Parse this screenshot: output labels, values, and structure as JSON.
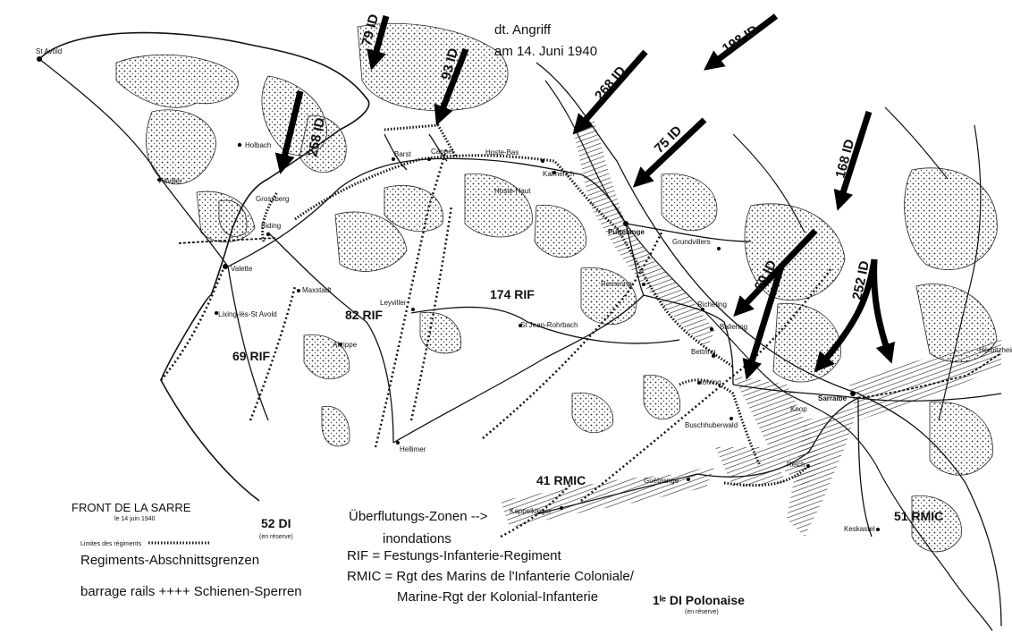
{
  "map_title": "FRONT DE LA SARRE",
  "map_date": "le 14 juin 1940",
  "attack_note": [
    "dt. Angriff",
    "am 14. Juni 1940"
  ],
  "legend": {
    "limits_label": "Limites des régiments",
    "limits_translation": "Regiments-Abschnittsgrenzen",
    "barrage_label": "barrage rails  ++++  Schienen-Sperren",
    "flood_line1": "Überflutungs-Zonen -->",
    "flood_line2": "inondations",
    "rif_line": "RIF    = Festungs-Infanterie-Regiment",
    "rmic_line1": "RMIC = Rgt des Marins de l'Infanterie Coloniale/",
    "rmic_line2": "Marine-Rgt der Kolonial-Infanterie"
  },
  "reserves": [
    {
      "name": "52 DI",
      "note": "(en réserve)"
    },
    {
      "name": "1ˡᵉ DI Polonaise",
      "note": "(en réserve)"
    }
  ],
  "german_divisions": [
    "79 ID",
    "93 ID",
    "198 ID",
    "268 ID",
    "258 ID",
    "75 ID",
    "168 ID",
    "60 ID",
    "252 ID"
  ],
  "french_units": [
    "82 RIF",
    "174 RIF",
    "69 RIF",
    "41 RMIC",
    "51 RMIC"
  ],
  "towns": [
    "St Avold",
    "Holbach",
    "Altviller",
    "Barst",
    "Cappel",
    "Hoste-Bas",
    "Kalmerich",
    "Hoste-Haut",
    "Grossberg",
    "Biding",
    "Valette",
    "Maxstadt",
    "Lixing-lès-St Avold",
    "Leyviller",
    "Puttelange",
    "Grundvillers",
    "Remering",
    "Richeling",
    "St Jean-Rohrbach",
    "Ballering",
    "Altrippe",
    "Bettring",
    "Holving",
    "Sarralbe",
    "Knop",
    "Buschhuberwald",
    "Hellimer",
    "Guéblange",
    "Reich",
    "Kappelkinger",
    "Keskastel",
    "Herbitzheim"
  ],
  "colors": {
    "ink": "#111111",
    "paper": "#ffffff"
  }
}
